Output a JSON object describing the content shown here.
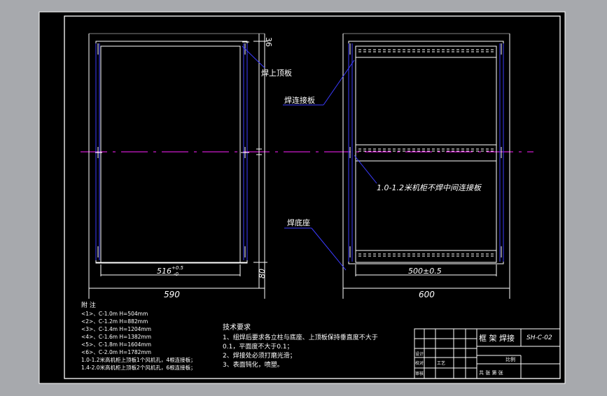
{
  "colors": {
    "paper": "#000000",
    "frame": "#ffffff",
    "dim": "#e6e6e6",
    "leader": "#3b3bff",
    "centerline": "#ff20ff",
    "hatch": "#3b3bff"
  },
  "left_view": {
    "dim_top": "36",
    "dim_bottom_right": "80",
    "dim_inner": "516",
    "dim_inner_tol": "+0.5",
    "dim_inner_tol_low": "-0",
    "dim_width": "590"
  },
  "right_view": {
    "dim_inner": "500±0.5",
    "dim_width": "600"
  },
  "labels": {
    "top_plate": "焊上顶板",
    "connect_plate": "焊连接板",
    "middle_note": "1.0-1.2米机柜不焊中间连接板",
    "base": "焊底座"
  },
  "notes": {
    "title": "附 注",
    "items": [
      "<1>、C-1.0m    H=504mm",
      "<2>、C-1.2m    H=882mm",
      "<3>、C-1.4m    H=1204mm",
      "<4>、C-1.6m    H=1382mm",
      "<5>、C-1.8m    H=1604mm",
      "<6>、C-2.0m    H=1782mm"
    ],
    "extra": [
      "1.0-1.2米高机柜上顶板1个风机孔，4根连接板；",
      "1.4-2.0米高机柜上顶板2个风机孔，6根连接板；"
    ]
  },
  "tech": {
    "title": "技术要求",
    "items": [
      "1、组焊后要求各立柱与底座、上顶板保持垂直度不大于",
      "0.1，平面度不大于0.1；",
      "2、焊接处必须打磨光滑；",
      "3、表面钝化，喷塑。"
    ]
  },
  "title_block": {
    "name": "框 架 焊接",
    "code": "SH-C-02",
    "r1": "设计",
    "r2": "校对",
    "r3": "审核",
    "r4": "工艺",
    "scale_label": "比例",
    "sheet": "共 张 第 张"
  }
}
